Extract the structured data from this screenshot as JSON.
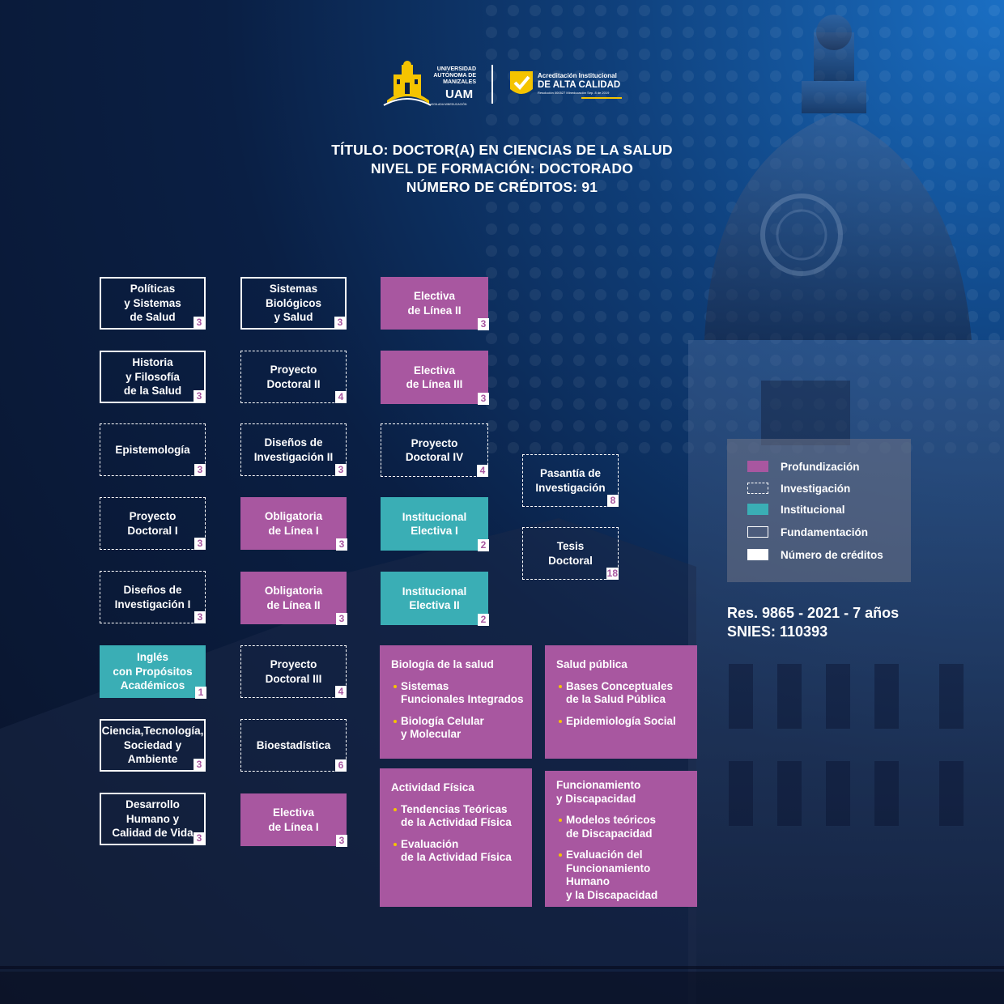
{
  "logo": {
    "university": "UNIVERSIDAD AUTÓNOMA DE MANIZALES",
    "acronym": "UAM",
    "motto": "VIGILADA MINEDUCACIÓN",
    "accreditation_line1": "Acreditación Institucional",
    "accreditation_line2": "DE ALTA CALIDAD",
    "accreditation_line3": "Resolución 000527 Mineducación Sep. 8 de 2019"
  },
  "header": {
    "title": "TÍTULO: DOCTOR(A) EN CIENCIAS DE LA SALUD",
    "level": "NIVEL DE FORMACIÓN: DOCTORADO",
    "credits": "NÚMERO DE CRÉDITOS: 91"
  },
  "courses": {
    "c1": [
      {
        "label": "Políticas\ny Sistemas\nde Salud",
        "credits": "3",
        "type": "fundamentacion"
      },
      {
        "label": "Historia\ny Filosofía\nde la Salud",
        "credits": "3",
        "type": "fundamentacion"
      },
      {
        "label": "Epistemología",
        "credits": "3",
        "type": "investigacion"
      },
      {
        "label": "Proyecto\nDoctoral I",
        "credits": "3",
        "type": "investigacion"
      },
      {
        "label": "Diseños de\nInvestigación I",
        "credits": "3",
        "type": "investigacion"
      },
      {
        "label": "Inglés\ncon Propósitos\nAcadémicos",
        "credits": "1",
        "type": "institucional"
      },
      {
        "label": "Ciencia,Tecnología,\nSociedad y\nAmbiente",
        "credits": "3",
        "type": "fundamentacion"
      },
      {
        "label": "Desarrollo\nHumano y\nCalidad de Vida",
        "credits": "3",
        "type": "fundamentacion"
      }
    ],
    "c2": [
      {
        "label": "Sistemas\nBiológicos\ny Salud",
        "credits": "3",
        "type": "fundamentacion"
      },
      {
        "label": "Proyecto\nDoctoral II",
        "credits": "4",
        "type": "investigacion"
      },
      {
        "label": "Diseños de\nInvestigación II",
        "credits": "3",
        "type": "investigacion"
      },
      {
        "label": "Obligatoria\nde Línea I",
        "credits": "3",
        "type": "profundizacion"
      },
      {
        "label": "Obligatoria\nde Línea II",
        "credits": "3",
        "type": "profundizacion"
      },
      {
        "label": "Proyecto\nDoctoral III",
        "credits": "4",
        "type": "investigacion"
      },
      {
        "label": "Bioestadística",
        "credits": "6",
        "type": "investigacion"
      },
      {
        "label": "Electiva\nde Línea I",
        "credits": "3",
        "type": "profundizacion"
      }
    ],
    "c3": [
      {
        "label": "Electiva\nde Línea II",
        "credits": "3",
        "type": "profundizacion"
      },
      {
        "label": "Electiva\nde Línea III",
        "credits": "3",
        "type": "profundizacion"
      },
      {
        "label": "Proyecto\nDoctoral IV",
        "credits": "4",
        "type": "investigacion"
      },
      {
        "label": "Institucional\nElectiva I",
        "credits": "2",
        "type": "institucional"
      },
      {
        "label": "Institucional\nElectiva II",
        "credits": "2",
        "type": "institucional"
      }
    ],
    "c4": [
      {
        "label": "Pasantía de\nInvestigación",
        "credits": "8",
        "type": "investigacion"
      },
      {
        "label": "Tesis\nDoctoral",
        "credits": "18",
        "type": "investigacion"
      }
    ]
  },
  "lines": {
    "biologia": {
      "title": "Biología de la salud",
      "items": [
        "Sistemas\nFuncionales Integrados",
        "Biología Celular\ny Molecular"
      ]
    },
    "salud_publica": {
      "title": "Salud pública",
      "items": [
        "Bases Conceptuales\nde la Salud Pública",
        "Epidemiología Social"
      ]
    },
    "actividad": {
      "title": "Actividad Física",
      "items": [
        "Tendencias Teóricas\nde la Actividad Física",
        "Evaluación\nde la Actividad Física"
      ]
    },
    "funcionamiento": {
      "title": "Funcionamiento\ny Discapacidad",
      "items": [
        "Modelos teóricos\nde Discapacidad",
        "Evaluación del\nFuncionamiento Humano\ny la Discapacidad"
      ]
    }
  },
  "legend": {
    "profundizacion": "Profundización",
    "investigacion": "Investigación",
    "institucional": "Institucional",
    "fundamentacion": "Fundamentación",
    "creditos": "Número de créditos"
  },
  "colors": {
    "profundizacion": "#a857a0",
    "institucional": "#3aaeb5",
    "accent_yellow": "#f5c400"
  },
  "resolution": "Res. 9865 - 2021 - 7 años",
  "snies": "SNIES: 110393"
}
